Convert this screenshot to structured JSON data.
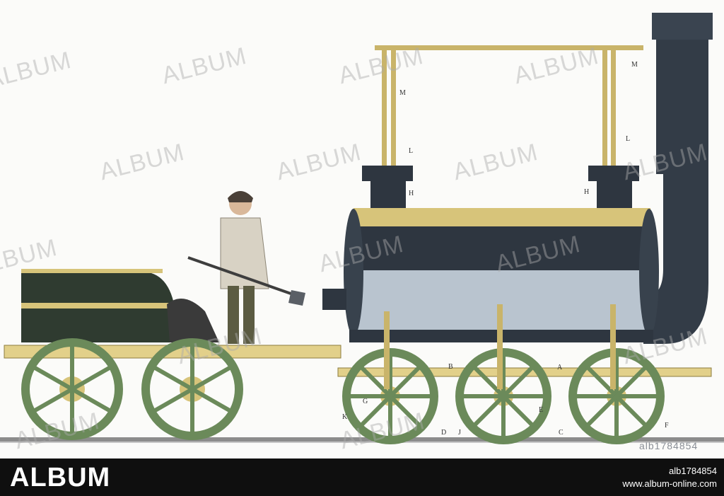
{
  "footer": {
    "brand": "ALBUM",
    "reference_id": "alb1784854",
    "website": "www.album-online.com"
  },
  "watermark": {
    "text": "ALBUM"
  },
  "plate_number": "alb1784854",
  "illustration": {
    "part_labels": [
      "M",
      "M",
      "L",
      "L",
      "H",
      "H",
      "B",
      "A",
      "G",
      "E",
      "K",
      "D",
      "J",
      "C",
      "F"
    ]
  },
  "colors": {
    "boiler_dark": "#2e3640",
    "boiler_light": "#b9c4cf",
    "wheel_green": "#6b8a5a",
    "brass": "#d7c47a",
    "tender_green": "#2f3b30",
    "footer_bg": "#0f0f0f"
  }
}
